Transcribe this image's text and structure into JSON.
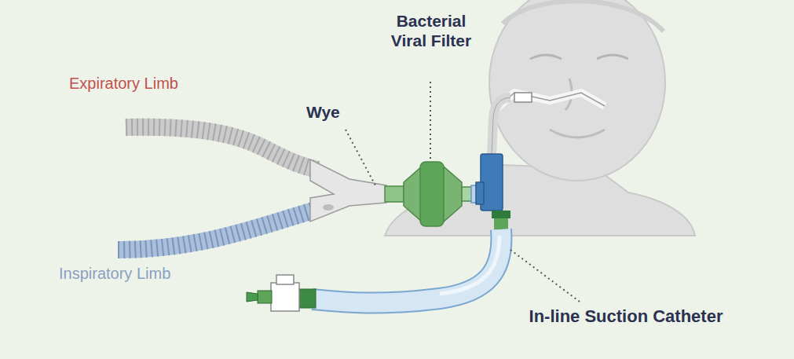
{
  "diagram": {
    "labels": [
      "Bacterial Viral Filter",
      "Expiratory Limb",
      "Wye",
      "Inspiratory Limb",
      "In-line Suction Catheter"
    ]
  }
}
